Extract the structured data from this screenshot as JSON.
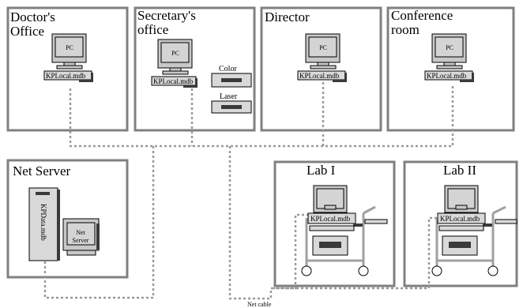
{
  "rooms": {
    "doctor": {
      "line1": "Doctor's",
      "line2": "Office"
    },
    "secretary": {
      "line1": "Secretary's",
      "line2": "office"
    },
    "director": {
      "line1": "Director"
    },
    "conference": {
      "line1": "Conference",
      "line2": "room"
    },
    "netserver": {
      "line1": "Net Server"
    },
    "lab1": {
      "line1": "Lab I"
    },
    "lab2": {
      "line1": "Lab II"
    }
  },
  "devices": {
    "pc_label": "PC",
    "db_label": "KPLocal.mdb",
    "server_db_label": "KPData.mdb",
    "server_monitor_line1": "Net",
    "server_monitor_line2": "Server",
    "printer_color": "Color",
    "printer_laser": "Laser"
  },
  "legend": {
    "net_cable": "Net cable"
  },
  "colors": {
    "room_border": "#808080",
    "cable": "#9a9a9a"
  }
}
